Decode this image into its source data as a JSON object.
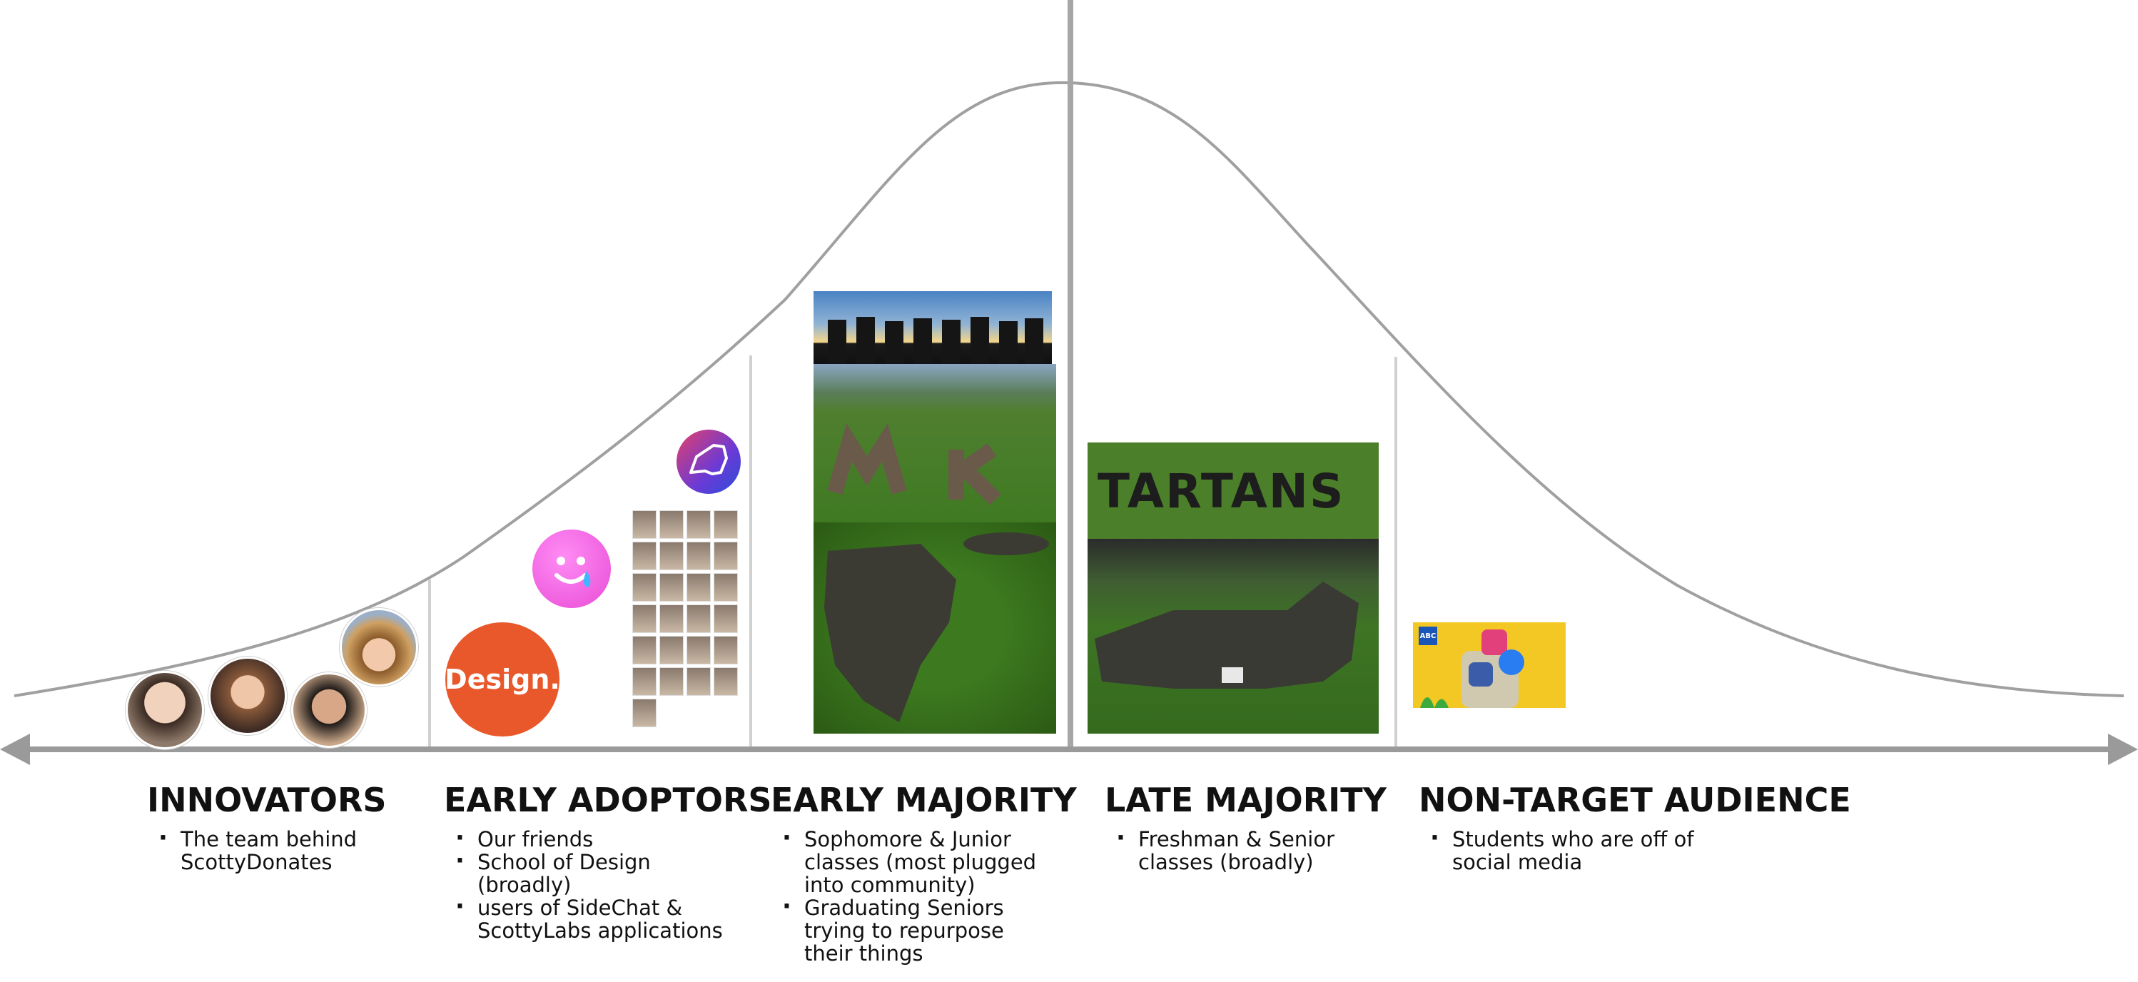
{
  "segments": [
    {
      "title": "INNOVATORS",
      "bullets": [
        "The team behind ScottyDonates"
      ]
    },
    {
      "title": "EARLY ADOPTORS",
      "bullets": [
        "Our friends",
        "School of Design (broadly)",
        "users of SideChat & ScottyLabs applications"
      ]
    },
    {
      "title": "EARLY MAJORITY",
      "bullets": [
        "Sophomore & Junior classes (most plugged into community)",
        "Graduating Seniors trying to repurpose their things"
      ]
    },
    {
      "title": "LATE MAJORITY",
      "bullets": [
        "Freshman & Senior classes (broadly)"
      ]
    },
    {
      "title": "NON-TARGET AUDIENCE",
      "bullets": [
        "Students who are off of social media"
      ]
    }
  ],
  "logos": {
    "design": "Design.",
    "tartans": "TARTANS",
    "abc": "ABC"
  },
  "colors": {
    "curve": "#a0a0a0",
    "axis": "#9a9a9a",
    "design": "#e8582a"
  }
}
